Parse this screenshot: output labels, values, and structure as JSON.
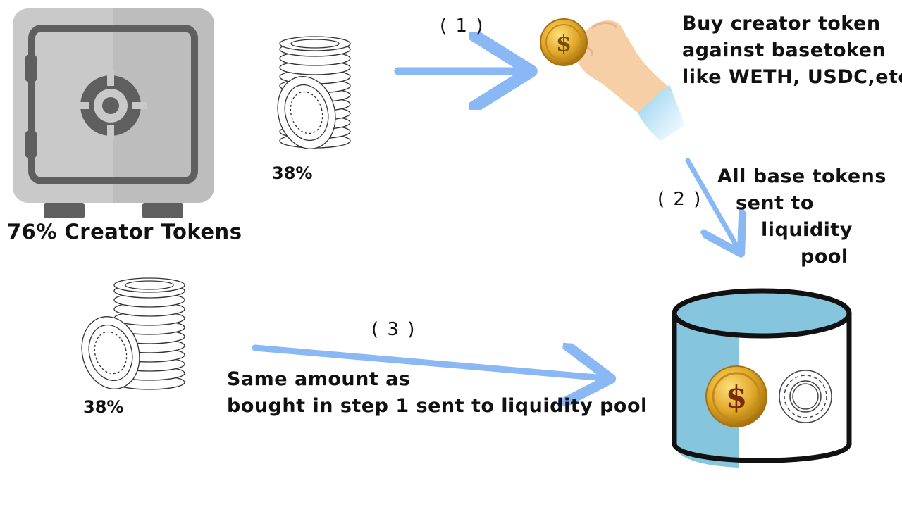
{
  "safe": {
    "label": "76% Creator Tokens",
    "icon": "safe-icon",
    "colors": {
      "body": "#c8c8c8",
      "dark": "#5f5f5f"
    }
  },
  "stacks": {
    "top": {
      "label": "38%",
      "icon": "token-stack-icon"
    },
    "bottom": {
      "label": "38%",
      "icon": "token-stack-icon"
    }
  },
  "steps": {
    "step1": {
      "marker": "( 1 )",
      "lines": [
        "Buy creator token",
        "against basetoken",
        "like WETH, USDC,etc"
      ]
    },
    "step2": {
      "marker": "( 2 )",
      "lines": [
        "All base tokens",
        "sent to",
        "liquidity",
        "pool"
      ]
    },
    "step3": {
      "marker": "( 3 )",
      "lines": [
        "Same amount as",
        "bought in step 1 sent to liquidity pool"
      ]
    }
  },
  "pool": {
    "icon": "liquidity-pool-icon",
    "contents": [
      "coin-icon",
      "token-icon"
    ]
  },
  "colors": {
    "arrow": "#8ab8f5",
    "pool_fill": "#86c5de",
    "coin": "#d9a41f",
    "skin": "#f7cfa7",
    "cuff": "#8fd0f0"
  }
}
